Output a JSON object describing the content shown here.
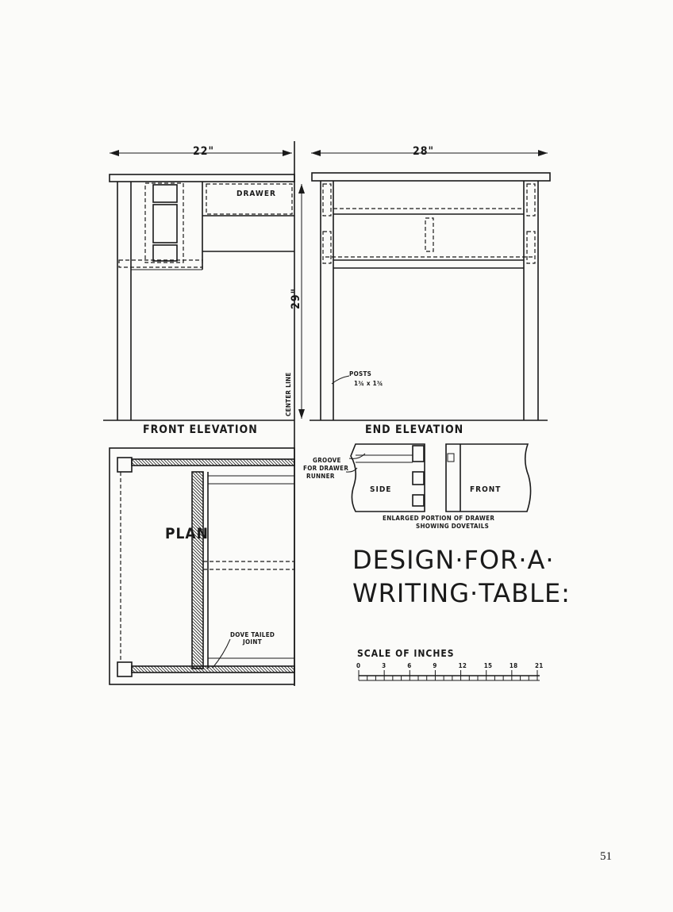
{
  "front_elevation": {
    "width_dim": "22\"",
    "drawer_label": "DRAWER",
    "height_dim": "29\"",
    "center_line_label": "CENTER LINE",
    "caption": "FRONT ELEVATION"
  },
  "end_elevation": {
    "width_dim": "28\"",
    "posts_label": "POSTS",
    "posts_size": "1¾ x 1¾",
    "caption": "END ELEVATION"
  },
  "plan": {
    "caption": "PLAN",
    "dovetail_label_1": "DOVE TAILED",
    "dovetail_label_2": "JOINT"
  },
  "drawer_detail": {
    "groove_label_1": "GROOVE",
    "groove_label_2": "FOR DRAWER",
    "groove_label_3": "RUNNER",
    "side_label": "SIDE",
    "front_label": "FRONT",
    "caption_1": "ENLARGED PORTION OF DRAWER",
    "caption_2": "SHOWING DOVETAILS"
  },
  "title": {
    "line_1": "DESIGN·FOR·A·",
    "line_2": "WRITING·TABLE:"
  },
  "scale": {
    "label": "SCALE OF INCHES",
    "ticks": [
      "0",
      "3",
      "6",
      "9",
      "12",
      "15",
      "18",
      "21"
    ]
  },
  "page_number": "51"
}
